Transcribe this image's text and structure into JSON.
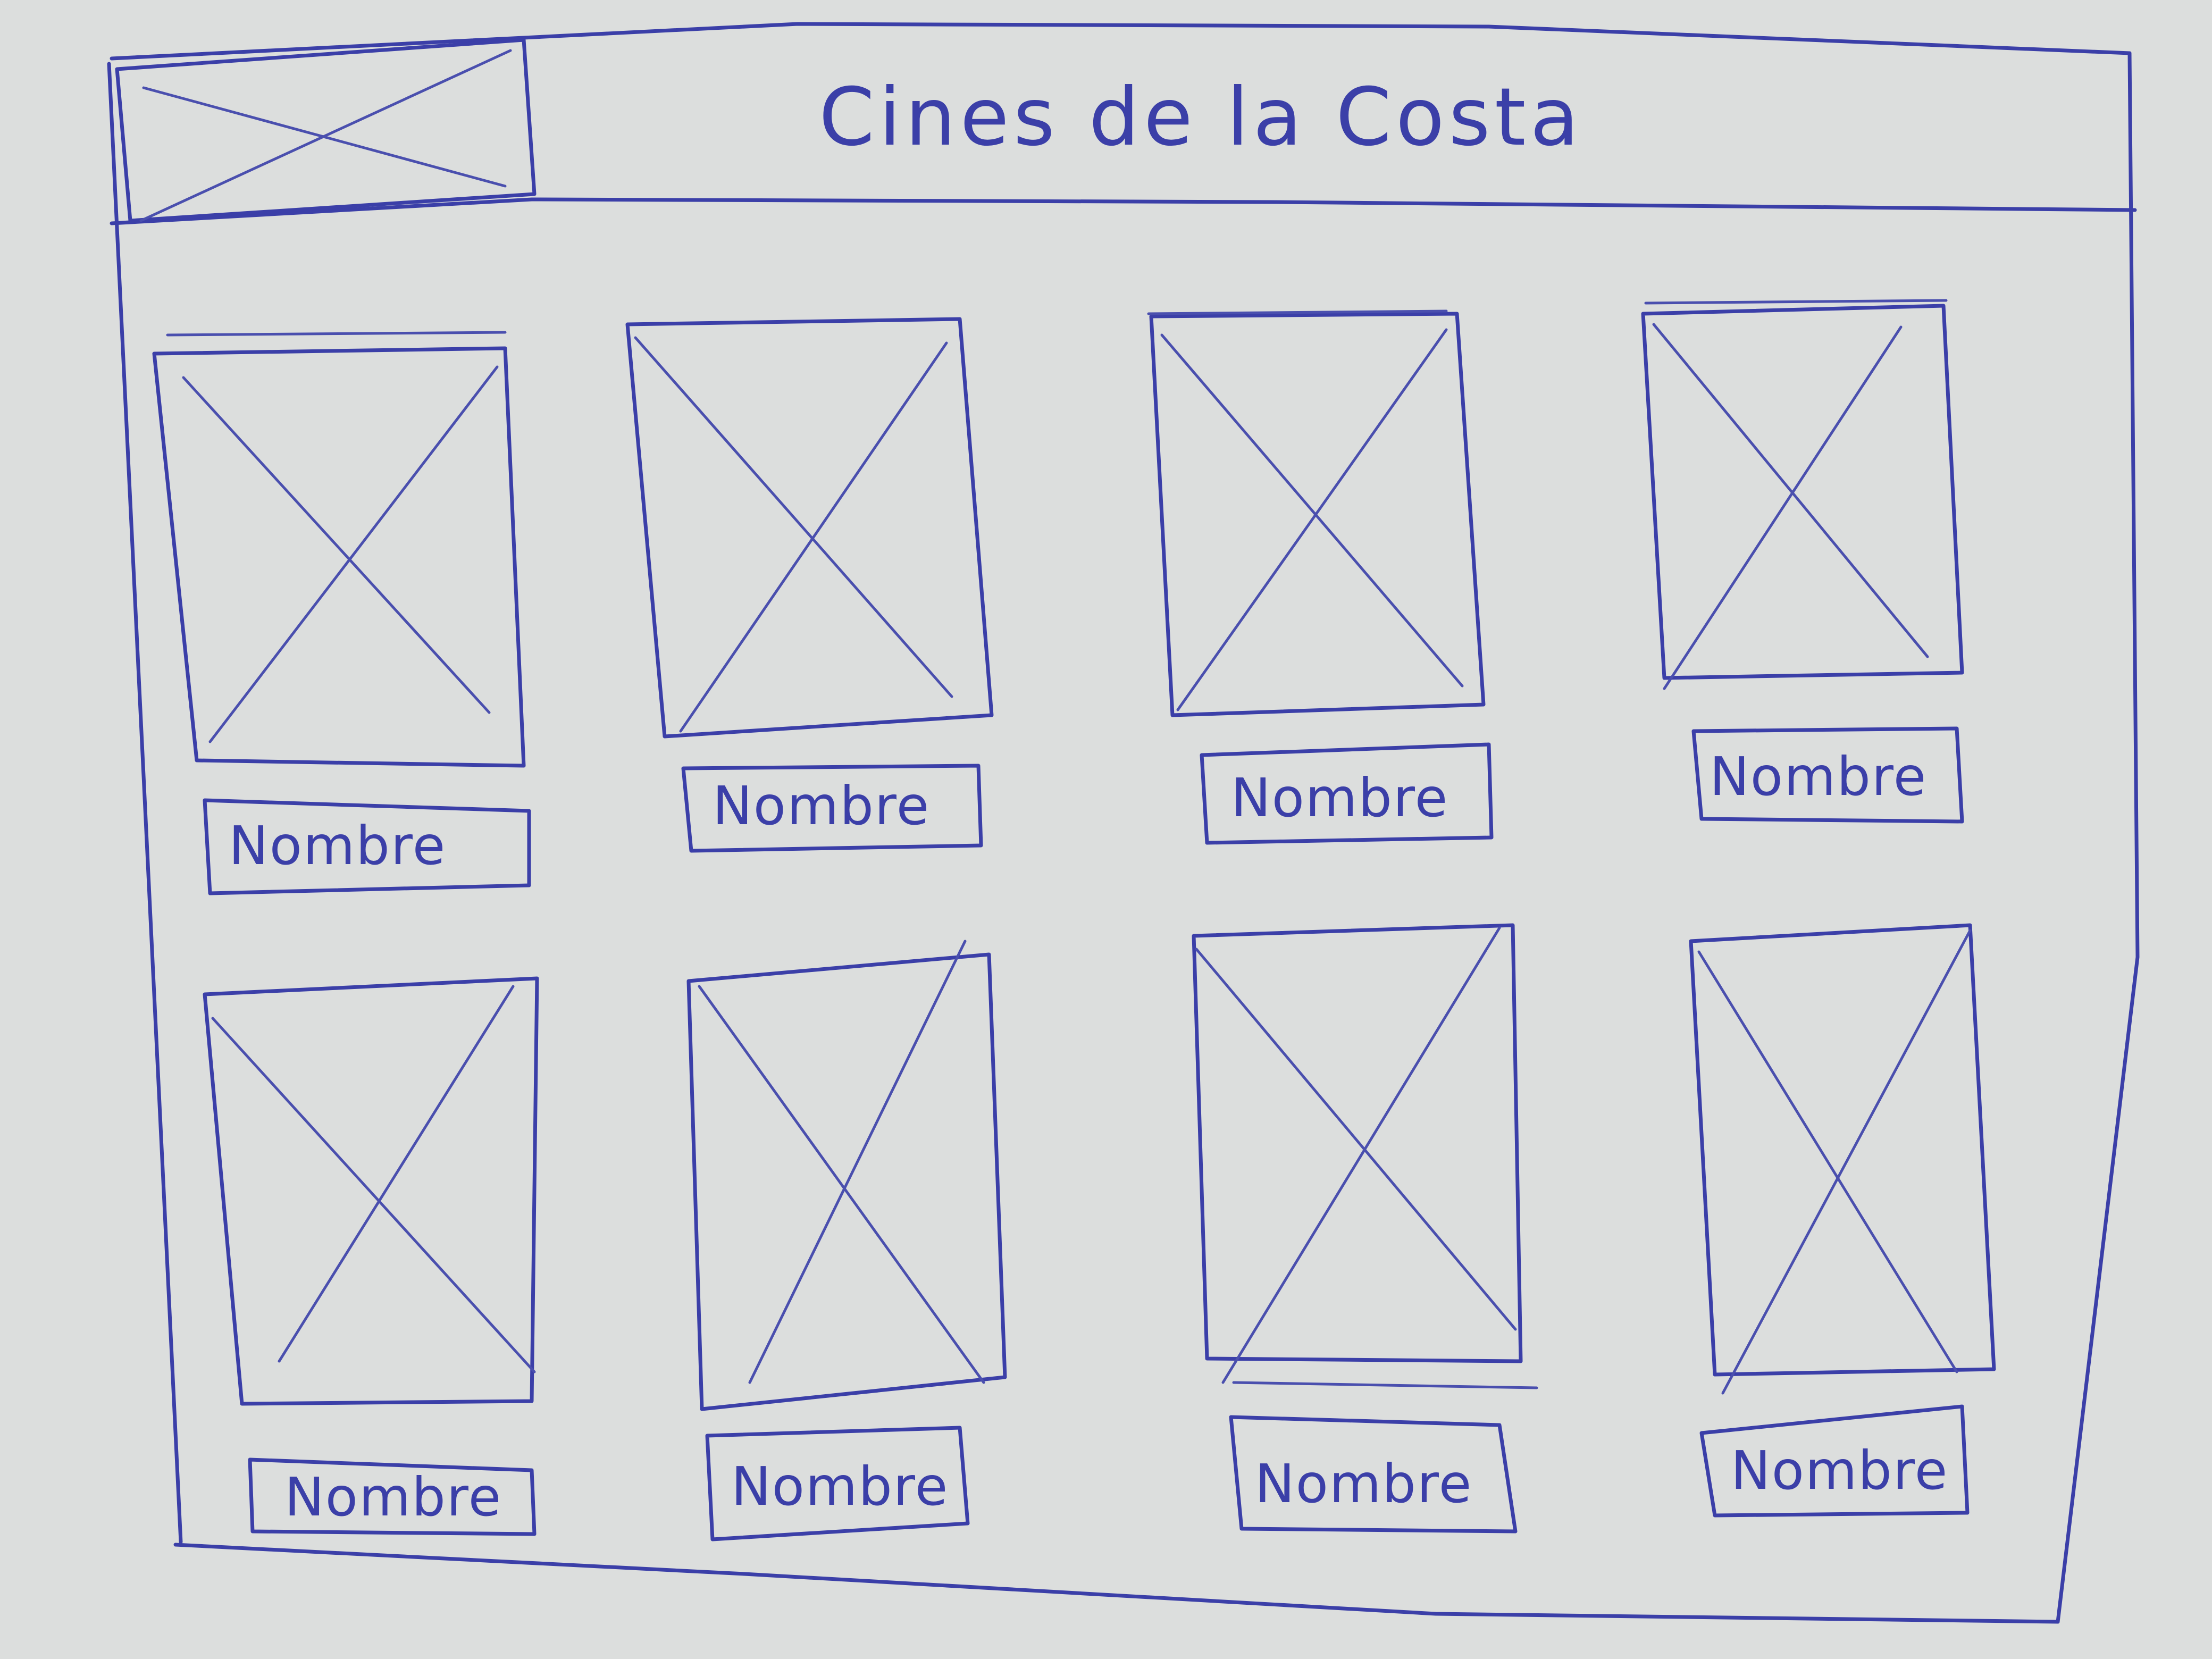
{
  "header": {
    "logo_icon": "image-placeholder-icon",
    "title": "Cines de la Costa"
  },
  "cards": [
    {
      "label": "Nombre",
      "image_icon": "image-placeholder-icon"
    },
    {
      "label": "Nombre",
      "image_icon": "image-placeholder-icon"
    },
    {
      "label": "Nombre",
      "image_icon": "image-placeholder-icon"
    },
    {
      "label": "Nombre",
      "image_icon": "image-placeholder-icon"
    },
    {
      "label": "Nombre",
      "image_icon": "image-placeholder-icon"
    },
    {
      "label": "Nombre",
      "image_icon": "image-placeholder-icon"
    },
    {
      "label": "Nombre",
      "image_icon": "image-placeholder-icon"
    },
    {
      "label": "Nombre",
      "image_icon": "image-placeholder-icon"
    }
  ],
  "colors": {
    "ink": "#3b3fa8",
    "paper": "#dcdedd"
  }
}
